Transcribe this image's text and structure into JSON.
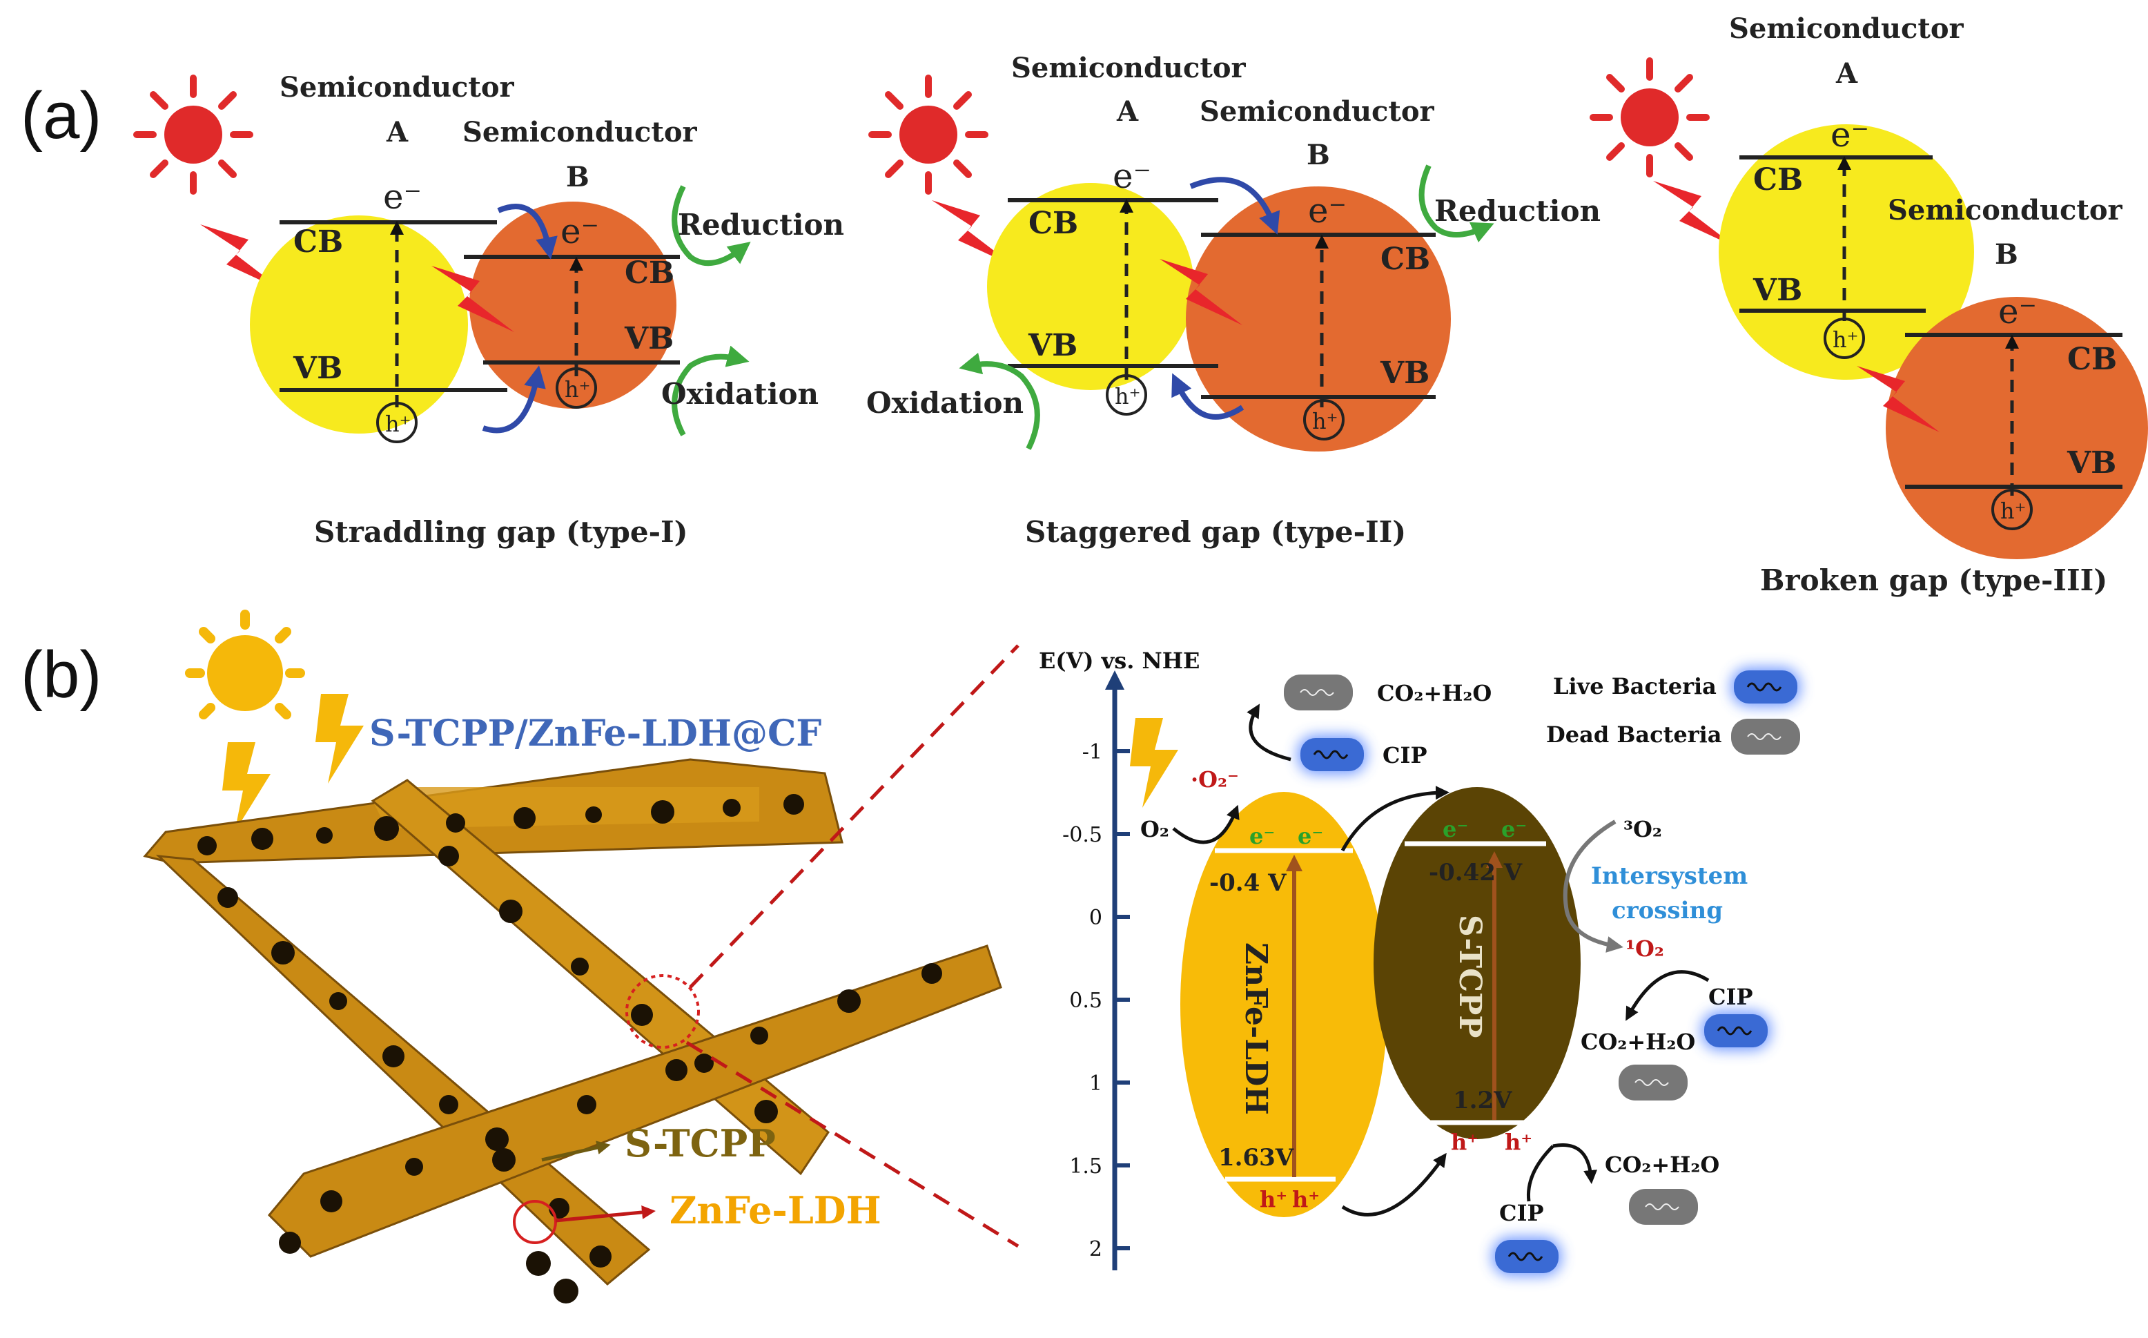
{
  "panel_a": {
    "label": "(a)",
    "type1": {
      "semA_line1": "Semiconductor",
      "semA_line2": "A",
      "semB_line1": "Semiconductor",
      "semB_line2": "B",
      "electron": "e⁻",
      "hole": "h⁺",
      "cb": "CB",
      "vb": "VB",
      "reduction": "Reduction",
      "oxidation": "Oxidation",
      "caption": "Straddling gap (type-I)"
    },
    "type2": {
      "semA_line1": "Semiconductor",
      "semA_line2": "A",
      "semB_line1": "Semiconductor",
      "semB_line2": "B",
      "electron": "e⁻",
      "hole": "h⁺",
      "cb": "CB",
      "vb": "VB",
      "reduction": "Reduction",
      "oxidation": "Oxidation",
      "caption": "Staggered gap (type-II)"
    },
    "type3": {
      "semA_line1": "Semiconductor",
      "semA_line2": "A",
      "semB_line1": "Semiconductor",
      "semB_line2": "B",
      "electron": "e⁻",
      "hole": "h⁺",
      "cb": "CB",
      "vb": "VB",
      "caption": "Broken gap (type-III)"
    }
  },
  "panel_b": {
    "label": "(b)",
    "title": "S-TCPP/ZnFe-LDH@CF",
    "stcpp_label": "S-TCPP",
    "znfe_label": "ZnFe-LDH",
    "axis_title": "E(V) vs. NHE",
    "ticks": [
      "-1",
      "-0.5",
      "0",
      "0.5",
      "1",
      "1.5",
      "2"
    ],
    "znfe": {
      "name": "ZnFe-LDH",
      "cb": "-0.4 V",
      "vb": "1.63V",
      "electron": "e⁻",
      "hole": "h⁺"
    },
    "stcpp": {
      "name": "S-TCPP",
      "cb": "-0.42 V",
      "vb": "1.2V",
      "electron": "e⁻",
      "hole": "h⁺"
    },
    "species": {
      "co2_h2o": "CO₂+H₂O",
      "cip": "CIP",
      "o2": "O₂",
      "superoxide": "·O₂⁻",
      "triplet_o2": "³O₂",
      "singlet_o2": "¹O₂",
      "isc_line1": "Intersystem",
      "isc_line2": "crossing"
    },
    "legend": {
      "live": "Live Bacteria",
      "dead": "Dead Bacteria"
    }
  },
  "colors": {
    "yellow": "#f7ea1e",
    "orange": "#e36a30",
    "green_arrow": "#3faa3f",
    "blue_arrow": "#2f49a8",
    "bolt_red": "#e8262b",
    "sun_red": "#e02a2a",
    "znfe_fill": "#f8bb08",
    "stcpp_fill": "#5b4405",
    "axis_blue": "#1f3f78",
    "title_blue": "#3f67b8",
    "stcpp_text": "#7d6310",
    "znfe_text": "#f3a400",
    "isc_blue": "#2f8fd8",
    "dark_red": "#c01818",
    "cell_live": "#3a6ad4",
    "cell_dead": "#777777"
  }
}
